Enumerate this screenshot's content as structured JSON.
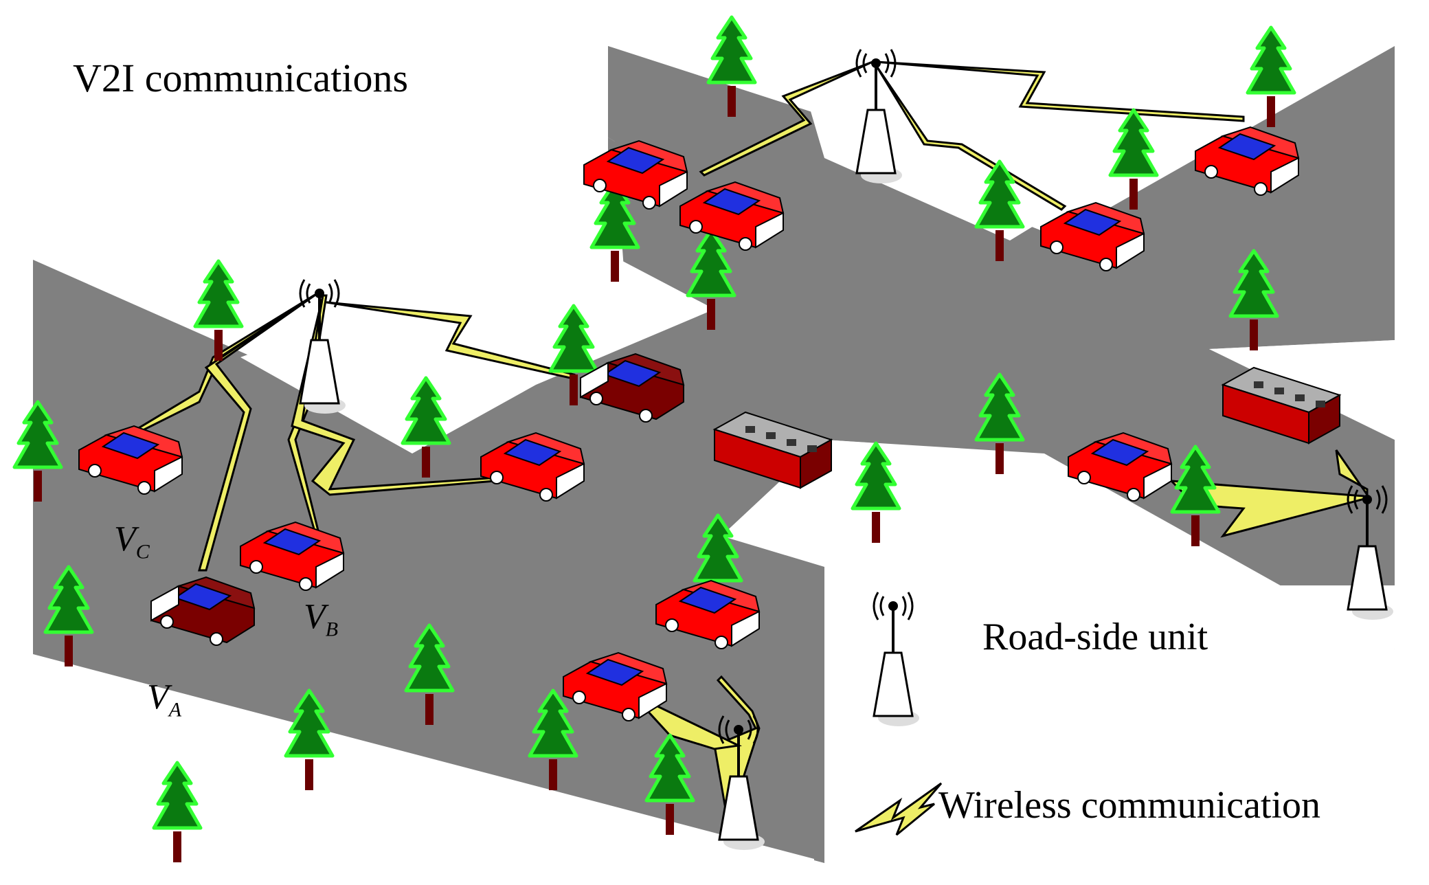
{
  "title": "V2I communications",
  "vehicle_labels": {
    "va": {
      "main": "V",
      "sub": "A"
    },
    "vb": {
      "main": "V",
      "sub": "B"
    },
    "vc": {
      "main": "V",
      "sub": "C"
    }
  },
  "legend": {
    "rsu_label": "Road-side  unit",
    "wireless_label": "Wireless communication"
  },
  "colors": {
    "road": "#808080",
    "car_body": "#ff0000",
    "car_dark": "#7a0000",
    "car_window": "#2030e0",
    "tree": "#0a7a10",
    "tree_outline": "#33ff33",
    "trunk": "#6a0000",
    "lightning": "#eeee66",
    "bus_roof": "#b0b0b0"
  }
}
